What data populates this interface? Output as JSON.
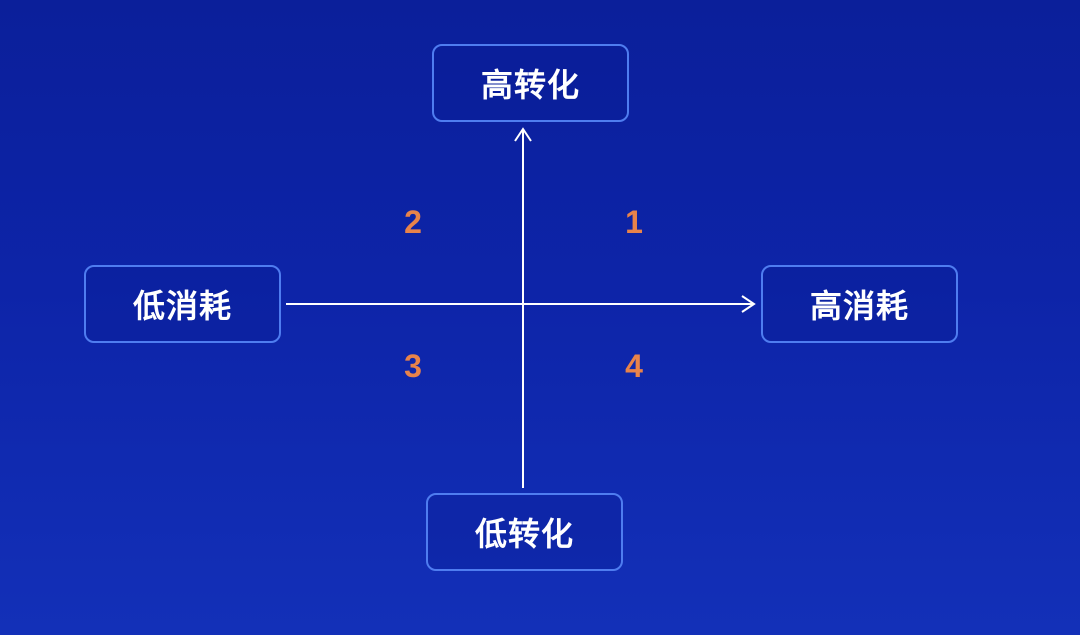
{
  "diagram": {
    "y_axis": {
      "top_label": "高转化",
      "bottom_label": "低转化"
    },
    "x_axis": {
      "left_label": "低消耗",
      "right_label": "高消耗"
    },
    "quadrants": {
      "q1": "1",
      "q2": "2",
      "q3": "3",
      "q4": "4"
    }
  },
  "colors": {
    "background": "#0d24a8",
    "box_border": "#4f7df0",
    "axis_line": "#ffffff",
    "quadrant_number": "#e8834a"
  }
}
